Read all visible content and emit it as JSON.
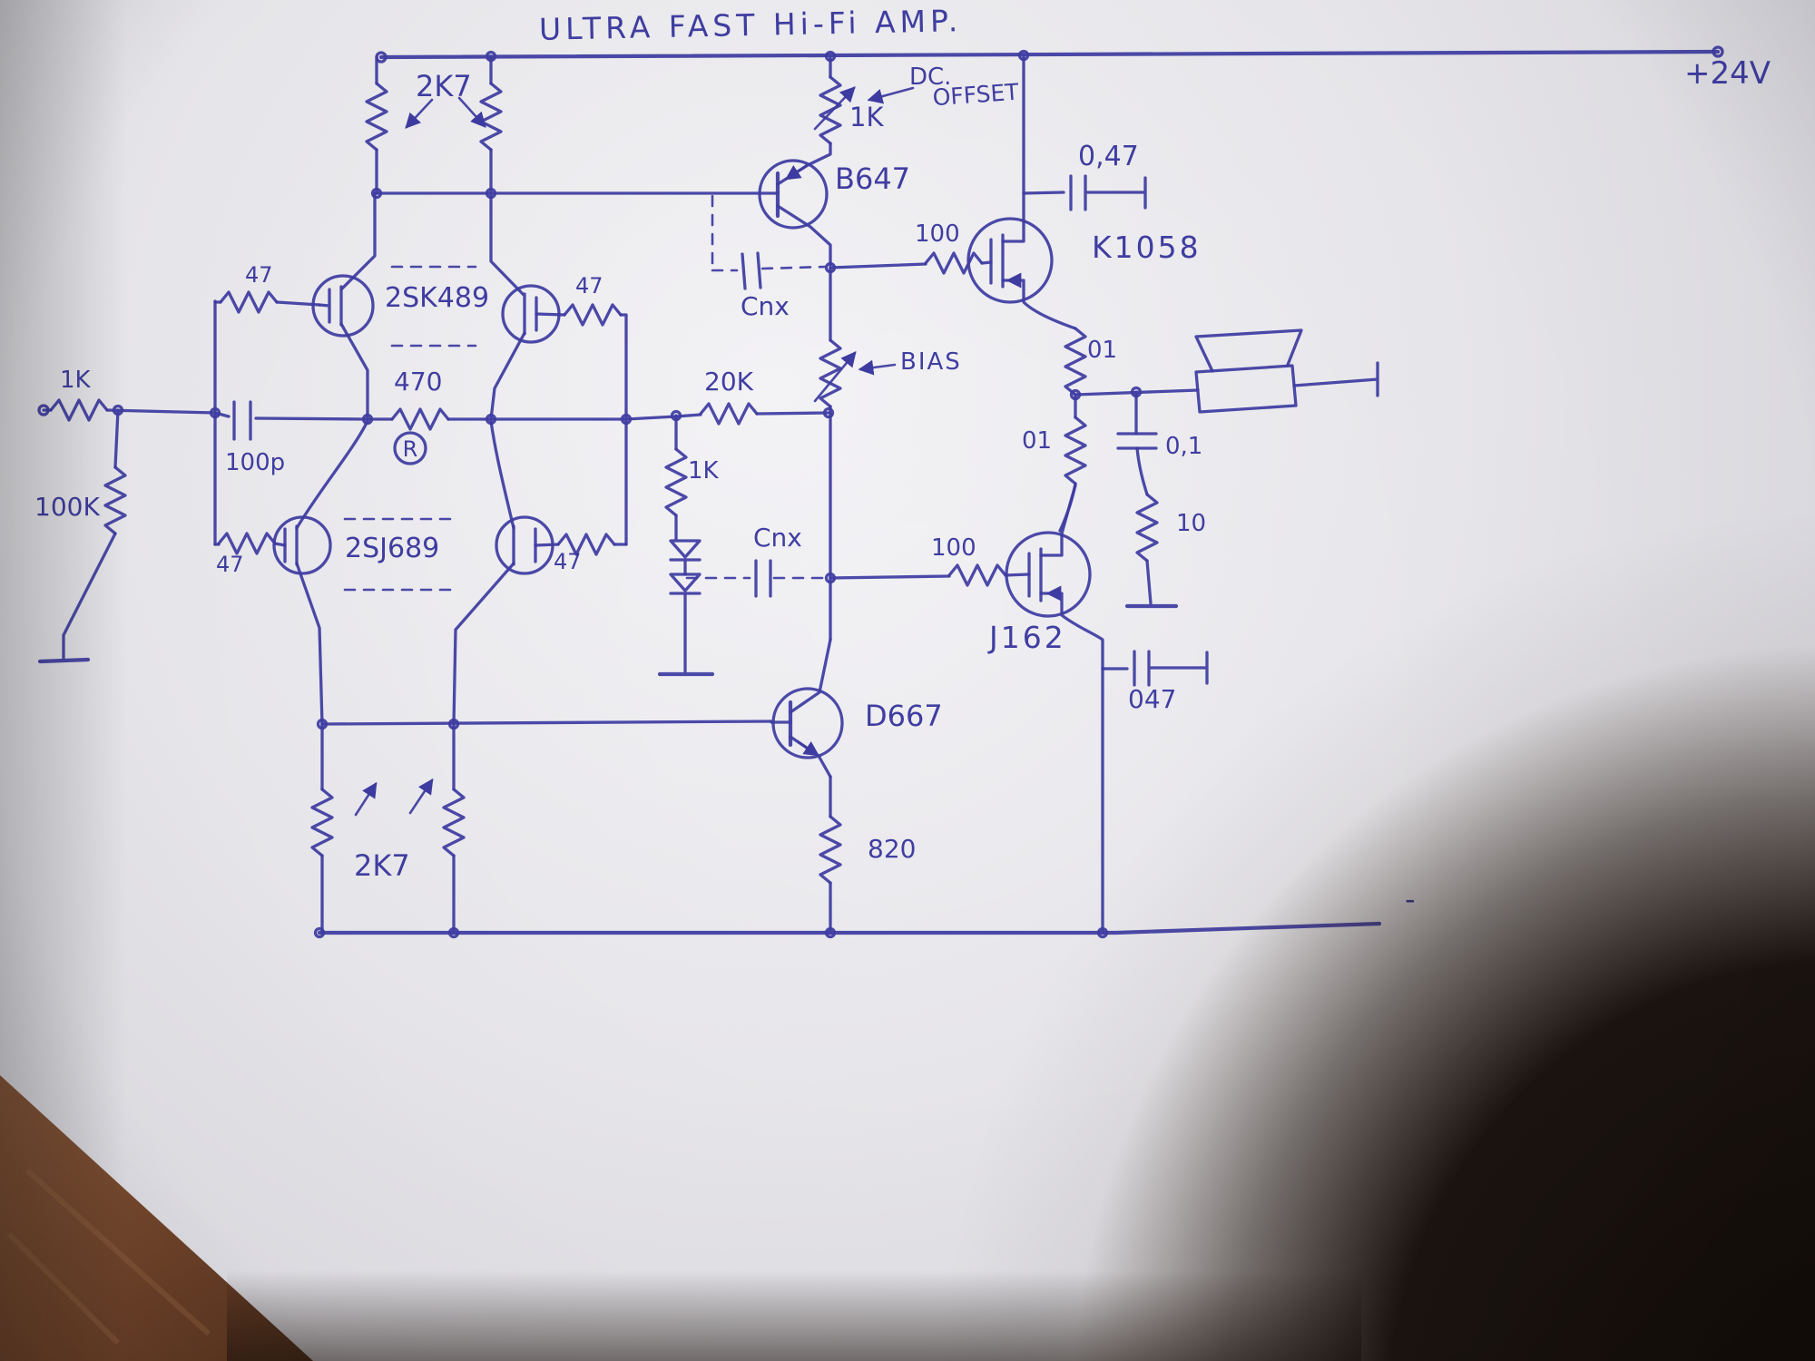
{
  "title": "ULTRA FAST Hi-Fi AMP.",
  "rails": {
    "positive": "+24V",
    "negative": "-"
  },
  "labels": {
    "r_top_left_pair": "2K7",
    "pot_dc_offset": "1K",
    "dc_offset_1": "DC.",
    "dc_offset_2": "OFFSET",
    "cap_top_right": "0,47",
    "r_gate_k1058": "100",
    "fet_k1058": "K1058",
    "r_gate_upper_left": "47",
    "fet_input_n": "2SK489",
    "r_gate_upper_right": "47",
    "cap_cnx_top": "Cnx",
    "bjt_b647": "B647",
    "pot_bias": "BIAS",
    "r_source_upper": "01",
    "r_feedback_20k": "20K",
    "r_input_1k": "1K",
    "r_470": "470",
    "r_470_adjust": "R",
    "cap_100p": "100p",
    "r_input_100k": "100K",
    "r_mid_1k": "1K",
    "r_source_lower": "01",
    "fet_input_p": "2SJ689",
    "r_gate_lower_left": "47",
    "r_gate_lower_right": "47",
    "cap_cnx_bottom": "Cnx",
    "r_gate_j162": "100",
    "fet_j162": "J162",
    "cap_zobel": "0,1",
    "r_zobel_10": "10",
    "bjt_d667": "D667",
    "cap_bottom_right": "047",
    "r_820": "820",
    "r_bottom_pair": "2K7"
  }
}
